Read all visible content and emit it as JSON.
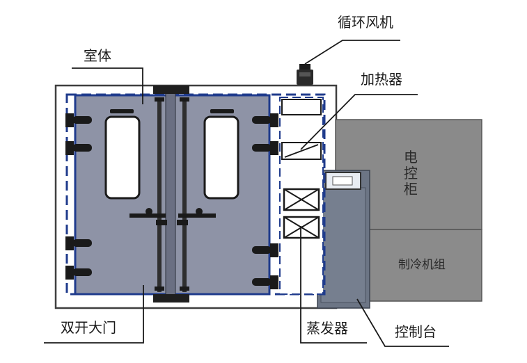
{
  "labels": {
    "fan": "循环风机",
    "chamber": "室体",
    "heater": "加热器",
    "door": "双开大门",
    "evaporator": "蒸发器",
    "console": "控制台",
    "control_cabinet_chars": [
      "电",
      "控",
      "柜"
    ],
    "refrigeration_unit": "制冷机组"
  },
  "colors": {
    "door_fill": "#8e93a6",
    "door_border": "#1f3b8c",
    "cabinet_fill": "#8a8a8a",
    "console_fill": "#6c7585",
    "frame": "#444444"
  },
  "icons": [
    "fan-icon",
    "hinge-icon",
    "handle-icon",
    "coil-icon",
    "display-icon"
  ]
}
